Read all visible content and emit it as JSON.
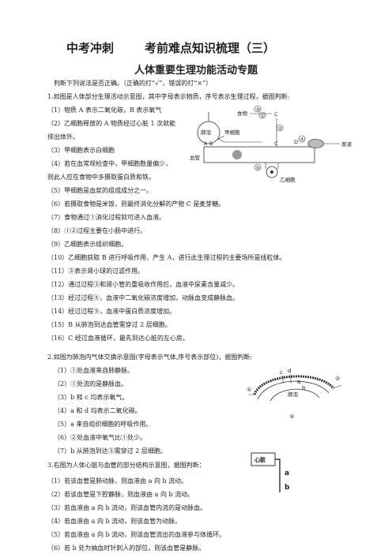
{
  "header": {
    "left": "中考冲刺",
    "right": "考前难点知识梳理（三）",
    "subtitle": "人体重要生理功能活动专题"
  },
  "intro": "判断下列说法是否正确。（正确的打“√”，错误的打“×”）",
  "sections": [
    {
      "title": "1.如图是人体部分生理活动示意图，其中字母表示物质，序号表示生理过程，据图判断:",
      "items": [
        "（1）物质 A 表示二氧化碳，B 表示氧气",
        "（2）乙细胞释放的 A 物质经过心脏 1 次就能",
        "排出体外。",
        "（3）甲细胞表示白细胞",
        "（4）若在血常规检查中，甲细胞数量偏少，",
        "则此人应在食物中多摄取蛋白质和铁。",
        "（5）甲细胞是血浆的组成成分之一。",
        "（6）若摄取食物是米饭，则最终消化分解的产物 C 是麦芽糖。",
        "（7）食物通过①消化过程就可进入血液。",
        "（8）①②过程主要在小肠中进行。",
        "（9）乙细胞表示组织细胞。",
        "（10）乙细胞获取 B 进行呼吸作用，产生 A，进行此生理过程的主要场所是线粒体。",
        "（11）③表示肾小球的过滤作用。",
        "（12）通过过程③和肾小管的重吸收作用后，血液中尿素含量减少。",
        "（13）经过过程⑤，血液中二氧化碳浓度增加，动脉血变成静脉血。",
        "（14）经过过程⑤，血液中蛋白质浓度增加。",
        "（15）B 从肺泡到达血管需穿过 2 层细胞。",
        "（16）C 经过血液循环，最先到达心脏的左心房。"
      ]
    },
    {
      "title": "2.如图为肺泡内气体交换示意图(字母表示气体,序号表示部位)，据图判断:",
      "items": [
        "（1）①处血液来自肺静脉。",
        "（2）①处流的是静脉血。",
        "（3）b 和 c 均表示氧气。",
        "（4）a 和 d 均表示二氧化碳。",
        "（5）a 来自组织细胞的呼吸作用。",
        "（6）②处血液中氧气比①处少。",
        "（7）b 从肺泡到达③需穿过 2 层细胞。"
      ]
    },
    {
      "title": "3.右图为人体心脏与血管的部分结构示意图，据图判断：",
      "items": [
        "（1）若该血管是肺动脉，则血液由 a 向 b 流动。",
        "（2）若该血管是下腔静脉，则血液由 a 向 b 流动。",
        "（3）若血液由 a 向 b 流动，则该血管内流的是动脉血。",
        "（4）若血液由 a 向 b 流动，则该血管为动脉。",
        "（5）若血液由 a 向 b 流动，则该血管流出的血液参与体循环。",
        "（6）若 b 处为抽血时针刺入的部位，则该血管是静脉。"
      ]
    }
  ],
  "diagram1": {
    "food": "食物",
    "jia": "甲细胞",
    "feipao": "肺泡",
    "xueguan": "血管",
    "yi": "乙细胞",
    "niaoye": "尿液",
    "A": "A",
    "B": "B",
    "C": "C",
    "D": "D",
    "n1": "①",
    "n2": "②",
    "n3": "③",
    "n4": "④",
    "n5": "⑤"
  },
  "diagram2": {
    "label": "肺泡",
    "c": "c",
    "d": "d",
    "a": "a",
    "b": "b",
    "n1": "①",
    "n2": "②",
    "n3": "③"
  },
  "diagram3": {
    "heart": "心脏",
    "a": "a",
    "b": "b"
  }
}
